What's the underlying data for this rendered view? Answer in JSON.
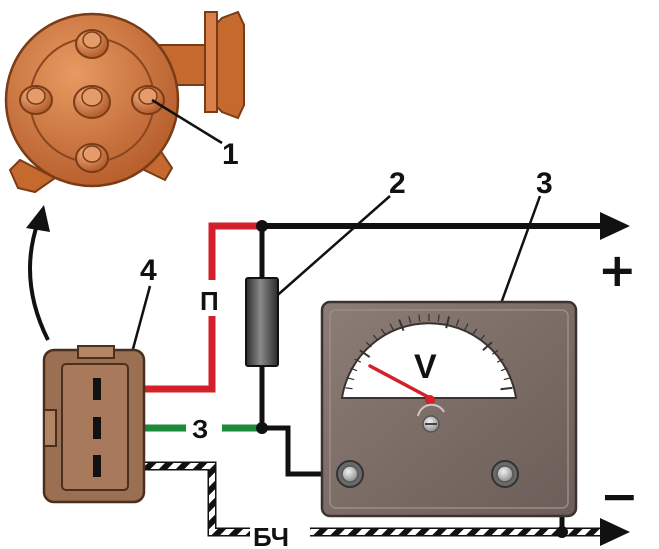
{
  "callouts": {
    "distributor": "1",
    "resistor": "2",
    "voltmeter": "3",
    "connector": "4"
  },
  "wires": {
    "red_label": "П",
    "green_label": "З",
    "striped_label": "БЧ"
  },
  "terminals": {
    "positive": "+",
    "negative": "−"
  },
  "meter": {
    "unit_symbol": "V"
  },
  "colors": {
    "distributor": "#c9703b",
    "red_wire": "#d3202a",
    "green_wire": "#1b8a3a",
    "meter_body": "#7b6c65",
    "connector": "#9a6f52",
    "needle": "#d3202a"
  }
}
